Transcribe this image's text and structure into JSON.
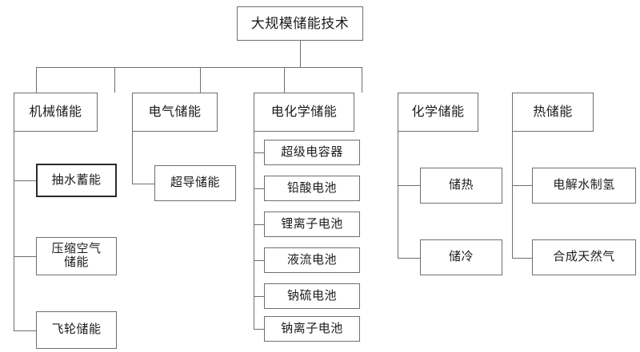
{
  "diagram": {
    "title": "大规模储能技术",
    "type": "hierarchy-tree",
    "orientation": "top-down",
    "colors": {
      "background": "#ffffff",
      "box_border": "#6d6f71",
      "emphasis_border": "#2a2a2a",
      "connector": "#6d6f71",
      "text": "#1b1b1b"
    },
    "root": {
      "label": "大规模储能技术"
    },
    "branches": [
      {
        "id": "mechanical",
        "label": "机械储能",
        "children": [
          {
            "id": "pumped-hydro",
            "label": "抽水蓄能",
            "emphasis": true
          },
          {
            "id": "compressed-air",
            "label": "压缩空气\n储能",
            "emphasis": false
          },
          {
            "id": "flywheel",
            "label": "飞轮储能",
            "emphasis": false
          }
        ]
      },
      {
        "id": "electrical",
        "label": "电气储能",
        "children": [
          {
            "id": "superconducting",
            "label": "超导储能",
            "emphasis": false
          }
        ]
      },
      {
        "id": "electrochemical",
        "label": "电化学储能",
        "children": [
          {
            "id": "supercapacitor",
            "label": "超级电容器",
            "emphasis": false
          },
          {
            "id": "lead-acid",
            "label": "铅酸电池",
            "emphasis": false
          },
          {
            "id": "lithium-ion",
            "label": "锂离子电池",
            "emphasis": false
          },
          {
            "id": "flow-battery",
            "label": "液流电池",
            "emphasis": false
          },
          {
            "id": "sodium-sulfur",
            "label": "钠硫电池",
            "emphasis": false
          },
          {
            "id": "sodium-ion",
            "label": "钠离子电池",
            "emphasis": false
          }
        ]
      },
      {
        "id": "chemical",
        "label": "化学储能",
        "children": [
          {
            "id": "heat-storage",
            "label": "储热",
            "emphasis": false
          },
          {
            "id": "cold-storage",
            "label": "储冷",
            "emphasis": false
          }
        ]
      },
      {
        "id": "thermal",
        "label": "热储能",
        "children": [
          {
            "id": "water-electrolysis-hydrogen",
            "label": "电解水制氢",
            "emphasis": false
          },
          {
            "id": "synthetic-natural-gas",
            "label": "合成天然气",
            "emphasis": false
          }
        ]
      }
    ]
  }
}
